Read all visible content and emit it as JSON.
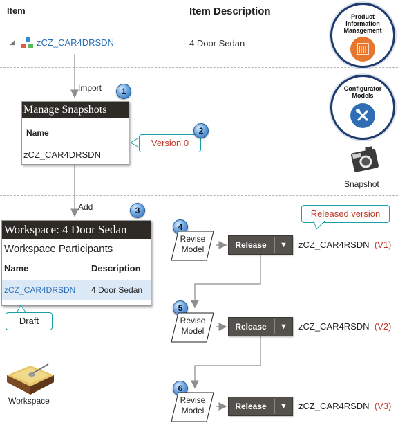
{
  "header": {
    "item": "Item",
    "item_description": "Item Description"
  },
  "item_row": {
    "name": "zCZ_CAR4DRSDN",
    "description": "4 Door Sedan"
  },
  "badges": {
    "pim": {
      "label": "Product Information Management"
    },
    "configurator": {
      "label": "Configurator Models"
    },
    "snapshot": {
      "label": "Snapshot"
    },
    "workspace": {
      "label": "Workspace"
    }
  },
  "arrows": {
    "import": "Import",
    "add": "Add"
  },
  "manage_snapshots": {
    "title": "Manage Snapshots",
    "name_header": "Name",
    "value": "zCZ_CAR4DRSDN"
  },
  "callouts": {
    "version0": "Version 0",
    "draft": "Draft",
    "released_version": "Released version"
  },
  "workspace": {
    "title": "Workspace: 4 Door Sedan",
    "participants": "Workspace Participants",
    "name_header": "Name",
    "description_header": "Description",
    "row_name": "zCZ_CAR4DRSDN",
    "row_description": "4 Door Sedan"
  },
  "steps": [
    "1",
    "2",
    "3",
    "4",
    "5",
    "6"
  ],
  "revise_label": "Revise Model",
  "release_label": "Release",
  "versions": [
    {
      "name": "zCZ_CAR4RSDN",
      "tag": "(V1)"
    },
    {
      "name": "zCZ_CAR4RSDN",
      "tag": "(V2)"
    },
    {
      "name": "zCZ_CAR4RSDN",
      "tag": "(V3)"
    }
  ],
  "colors": {
    "accent_red": "#c0392b",
    "callout_border": "#17a0a8",
    "badge_navy": "#1e3a6e",
    "title_bar": "#2e2a26",
    "release_button": "#54514d"
  }
}
